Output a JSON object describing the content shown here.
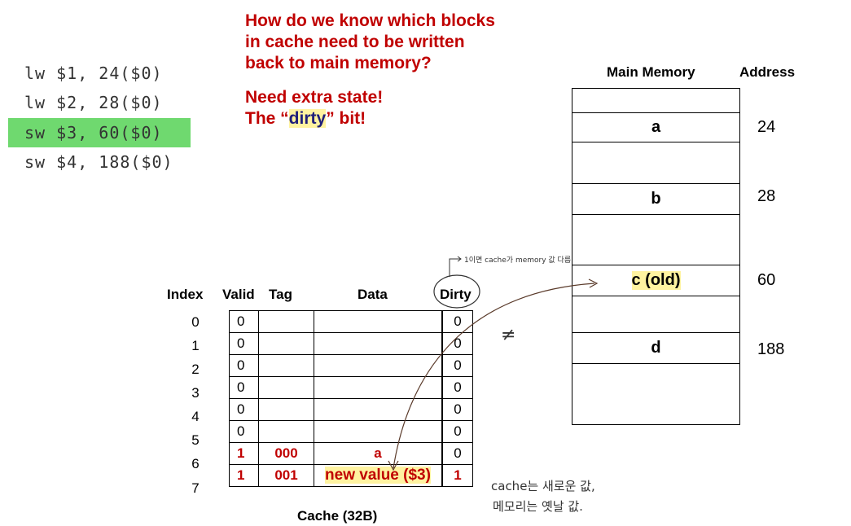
{
  "code_lines": [
    "lw $1, 24($0)",
    "lw $2, 28($0)",
    "sw $3, 60($0)",
    "sw $4, 188($0)"
  ],
  "highlighted_line": 2,
  "question": [
    "How do we know which blocks",
    "in cache need to be written",
    "back to main memory?"
  ],
  "answer_line1": "Need extra state!",
  "answer_pre": "The “",
  "answer_dirty": "dirty",
  "answer_post": "” bit!",
  "memory": {
    "title": "Main Memory",
    "address_title": "Address",
    "cells": [
      {
        "label": "a",
        "address": "24"
      },
      {
        "label": "b",
        "address": "28"
      },
      {
        "label": "c (old)",
        "address": "60"
      },
      {
        "label": "d",
        "address": "188"
      }
    ]
  },
  "cache": {
    "headers": {
      "index": "Index",
      "valid": "Valid",
      "tag": "Tag",
      "data": "Data",
      "dirty": "Dirty"
    },
    "rows": [
      {
        "index": "0",
        "valid": "0",
        "tag": "",
        "data": "",
        "dirty": "0"
      },
      {
        "index": "1",
        "valid": "0",
        "tag": "",
        "data": "",
        "dirty": "0"
      },
      {
        "index": "2",
        "valid": "0",
        "tag": "",
        "data": "",
        "dirty": "0"
      },
      {
        "index": "3",
        "valid": "0",
        "tag": "",
        "data": "",
        "dirty": "0"
      },
      {
        "index": "4",
        "valid": "0",
        "tag": "",
        "data": "",
        "dirty": "0"
      },
      {
        "index": "5",
        "valid": "0",
        "tag": "",
        "data": "",
        "dirty": "0"
      },
      {
        "index": "6",
        "valid": "1",
        "tag": "000",
        "data": "a",
        "dirty": "0"
      },
      {
        "index": "7",
        "valid": "1",
        "tag": "001",
        "data": "new value ($3)",
        "dirty": "1"
      }
    ],
    "caption": "Cache (32B)"
  },
  "annotations": {
    "dirty_note": "1이면 cache가 memory 값 다름",
    "not_equal": "≠",
    "bottom_note_1": "cache는 새로운 값,",
    "bottom_note_2": "메모리는 옛날 값."
  },
  "colors": {
    "emphasis": "#c00000",
    "code_highlight": "#6fd96f",
    "marker": "#fff3a0"
  }
}
